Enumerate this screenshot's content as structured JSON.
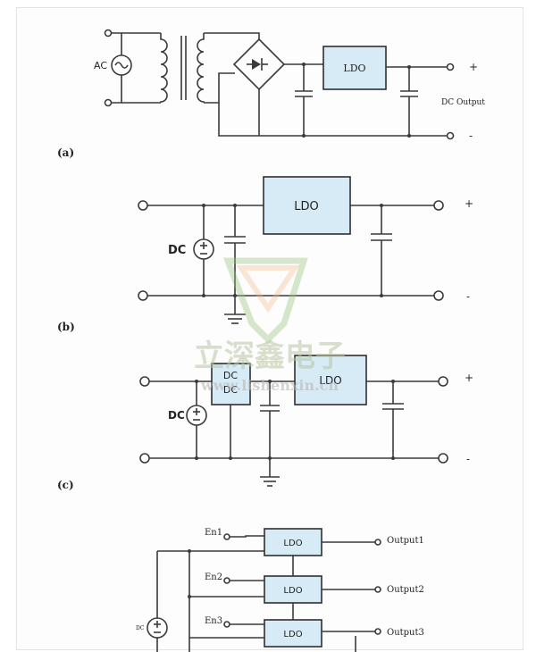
{
  "figure_a": {
    "label": "(a)",
    "source_label": "AC",
    "ldo_label": "LDO",
    "output_label": "DC Output",
    "plus_sign": "+",
    "minus_sign": "-"
  },
  "figure_b": {
    "label": "(b)",
    "source_label": "DC",
    "ldo_label": "LDO",
    "plus_sign": "+",
    "minus_sign": "-"
  },
  "figure_c": {
    "label": "(c)",
    "source_label": "DC",
    "dcdc_line1": "DC",
    "dcdc_line2": "DC",
    "ldo_label": "LDO",
    "plus_sign": "+",
    "minus_sign": "-"
  },
  "figure_d": {
    "source_label": "DC",
    "channels": [
      {
        "enable": "En1",
        "ldo": "LDO",
        "output": "Output1"
      },
      {
        "enable": "En2",
        "ldo": "LDO",
        "output": "Output2"
      },
      {
        "enable": "En3",
        "ldo": "LDO",
        "output": "Output3"
      }
    ]
  },
  "watermark": {
    "text": "立深鑫电子",
    "url": "www.lishenxin.cn",
    "colors": {
      "green": "#8fb86f",
      "orange": "#f0b27a"
    }
  }
}
